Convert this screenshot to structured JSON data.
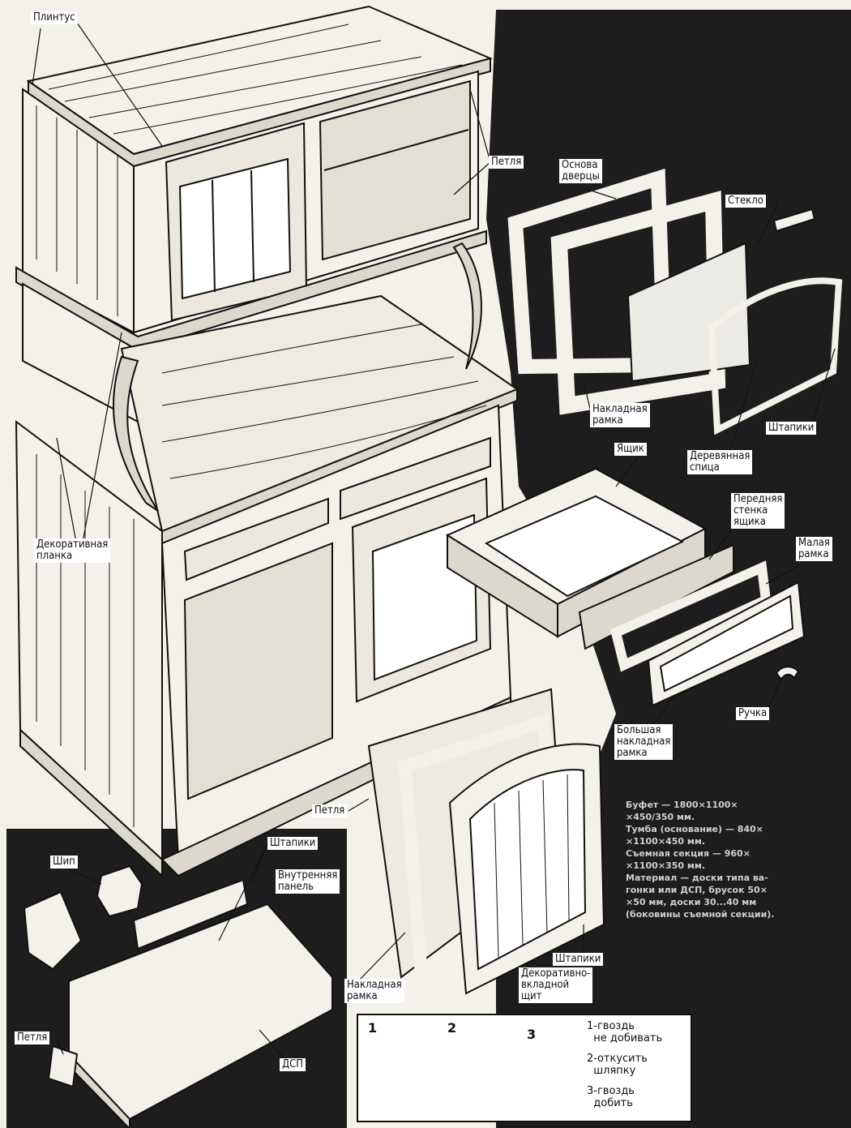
{
  "labels": {
    "plintus": "Плинтус",
    "petlya_top": "Петля",
    "osnova": "Основа\nдверцы",
    "steklo": "Стекло",
    "nakladnaya_top": "Накладная\nрамка",
    "shtapiki_right": "Штапики",
    "derev_spica": "Деревянная\nспица",
    "yashchik": "Ящик",
    "perednyaya": "Передняя\nстенка\nящика",
    "malaya": "Малая\nрамка",
    "dekor_planka": "Декоративная\nпланка",
    "ruchka": "Ручка",
    "bolshaya": "Большая\nнакладная\nрамка",
    "petlya_mid": "Петля",
    "shtapiki_left": "Штапики",
    "ship": "Шип",
    "vnutr_panel": "Внутренняя\nпанель",
    "nakladnaya_bottom": "Накладная\nрамка",
    "shtapiki_bottom": "Штапики",
    "dekor_vkladnoy": "Декоративно-\nвкладной\nщит",
    "petlya_bottom": "Петля",
    "dsp": "ДСП"
  },
  "spec": [
    "Буфет — 1800×1100×",
    "×450/350 мм.",
    "Тумба (основание) — 840×",
    "×1100×450 мм.",
    "Съемная секция — 960×",
    "×1100×350 мм.",
    "Материал — доски типа ва-",
    "гонки или ДСП, брусок 50×",
    "×50 мм, доски 30...40 мм",
    "(боковины съемной секции)."
  ],
  "steps": {
    "n1": "1",
    "n2": "2",
    "n3": "3",
    "t1": "1-гвоздь\n  не добивать",
    "t2": "2-откусить\n  шляпку",
    "t3": "3-гвоздь\n  добить"
  },
  "colors": {
    "dark_panel": "#1d1d1d",
    "wood": "#f4f1ea",
    "ink": "#111111"
  }
}
